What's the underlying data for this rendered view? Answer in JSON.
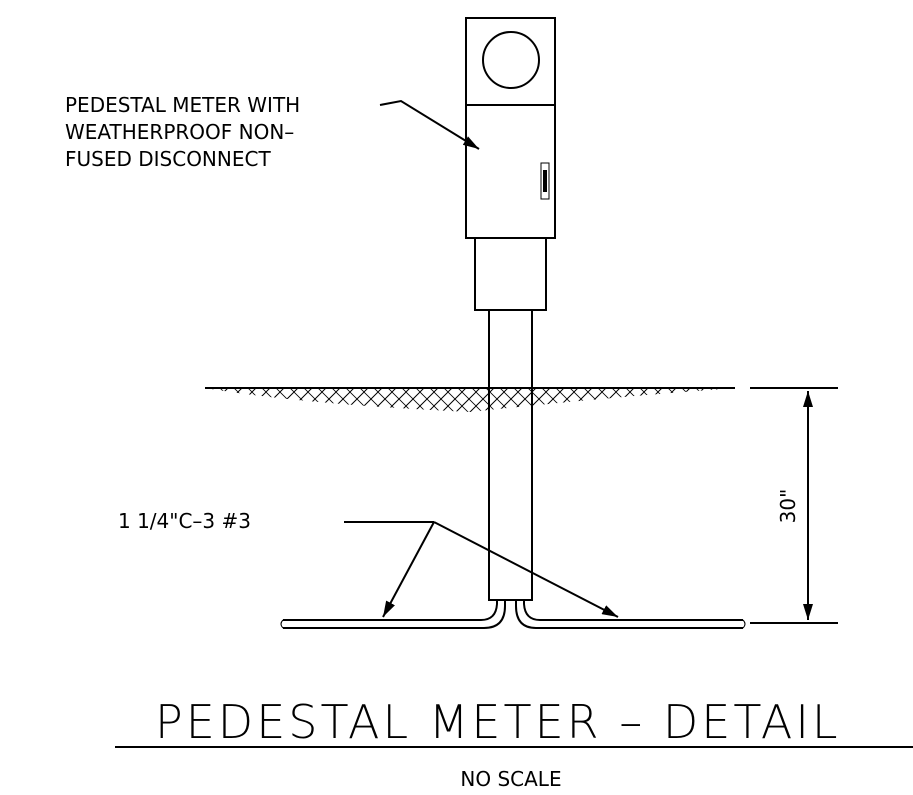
{
  "callouts": {
    "meter": [
      "PEDESTAL METER WITH",
      "WEATHERPROOF NON–",
      "FUSED DISCONNECT"
    ],
    "conduit": "1 1/4\"C–3 #3"
  },
  "dimension": {
    "value": "30\""
  },
  "title": {
    "main": "PEDESTAL METER – DETAIL",
    "scale": "NO SCALE"
  }
}
